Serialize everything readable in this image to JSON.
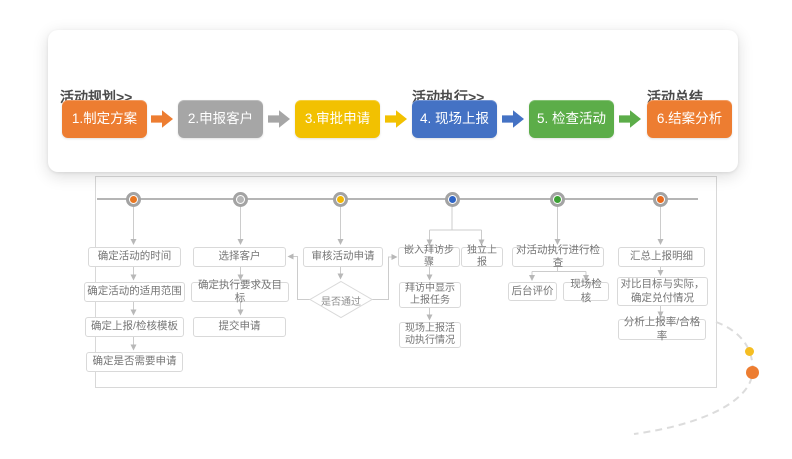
{
  "header": {
    "sections": [
      {
        "label": "活动规划>>"
      },
      {
        "label": "活动执行>>"
      },
      {
        "label": "活动总结"
      }
    ],
    "steps": [
      {
        "label": "1.制定方案",
        "color": "#ED7D31"
      },
      {
        "label": "2.申报客户",
        "color": "#A6A6A6"
      },
      {
        "label": "3.审批申请",
        "color": "#F2C101"
      },
      {
        "label": "4. 现场上报",
        "color": "#4472C4"
      },
      {
        "label": "5. 检查活动",
        "color": "#5CAD49"
      },
      {
        "label": "6.结案分析",
        "color": "#ED7D31"
      }
    ],
    "step_arrows": [
      {
        "color": "#ED7D31"
      },
      {
        "color": "#A6A6A6"
      },
      {
        "color": "#F2C101"
      },
      {
        "color": "#4472C4"
      },
      {
        "color": "#5CAD49"
      }
    ]
  },
  "timeline": {
    "nodes": [
      {
        "color": "#E87722"
      },
      {
        "color": "#B5B5B5"
      },
      {
        "color": "#F2B705"
      },
      {
        "color": "#2E64C5"
      },
      {
        "color": "#3DA135"
      },
      {
        "color": "#E86A1D"
      }
    ]
  },
  "flowchart": {
    "col1": {
      "boxes": [
        "确定活动的时间",
        "确定活动的适用范围",
        "确定上报/检核模板",
        "确定是否需要申请"
      ]
    },
    "col2": {
      "boxes": [
        "选择客户",
        "确定执行要求及目标",
        "提交申请"
      ]
    },
    "col3": {
      "review": "审核活动申请",
      "decision": "是否通过"
    },
    "col4": {
      "boxes": [
        "嵌入拜访步骤",
        "独立上报",
        "拜访中显示上报任务",
        "现场上报活动执行情况"
      ]
    },
    "col5": {
      "boxes": [
        "对活动执行进行检查",
        "后台评价",
        "现场检核"
      ]
    },
    "col6": {
      "boxes": [
        "汇总上报明细",
        "对比目标与实际，确定兑付情况",
        "分析上报率/合格率"
      ]
    }
  },
  "decor": {
    "dots": [
      {
        "color": "#F5BE23"
      },
      {
        "color": "#ED7D31"
      }
    ]
  }
}
